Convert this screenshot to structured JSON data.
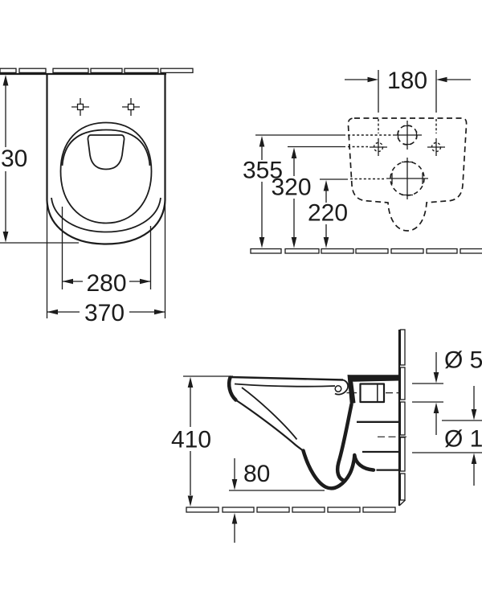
{
  "colors": {
    "line": "#1c1c1c",
    "background": "#ffffff"
  },
  "views": {
    "top": {
      "dims": {
        "depth": "30",
        "seat_width": "280",
        "overall_width": "370"
      }
    },
    "rear": {
      "dims": {
        "fixing_spacing": "180",
        "inlet_height": "355",
        "fixing_height": "320",
        "outlet_height": "220"
      }
    },
    "side": {
      "dims": {
        "height": "410",
        "outlet_offset": "80",
        "inlet_diameter": "Ø 5",
        "outlet_diameter": "Ø 1"
      }
    }
  }
}
